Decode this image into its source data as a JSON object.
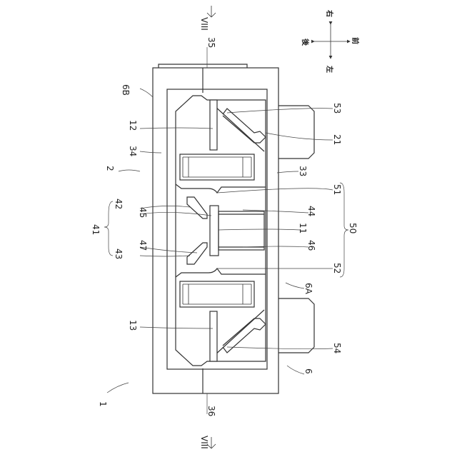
{
  "labels": {
    "l1": "1",
    "l2": "2",
    "l6": "6",
    "l6A": "6A",
    "l6B": "6B",
    "l11": "11",
    "l12": "12",
    "l13": "13",
    "l21": "21",
    "l33": "33",
    "l34": "34",
    "l35": "35",
    "l36": "36",
    "l41": "41",
    "l42": "42",
    "l43": "43",
    "l44": "44",
    "l45": "45",
    "l46": "46",
    "l47": "47",
    "l50": "50",
    "l51": "51",
    "l52": "52",
    "l53": "53",
    "l54": "54"
  },
  "section_marks": {
    "top": "VIII",
    "bottom": "VIII"
  },
  "directions": {
    "rear": "後",
    "right": "右",
    "left": "左",
    "front": "前"
  }
}
